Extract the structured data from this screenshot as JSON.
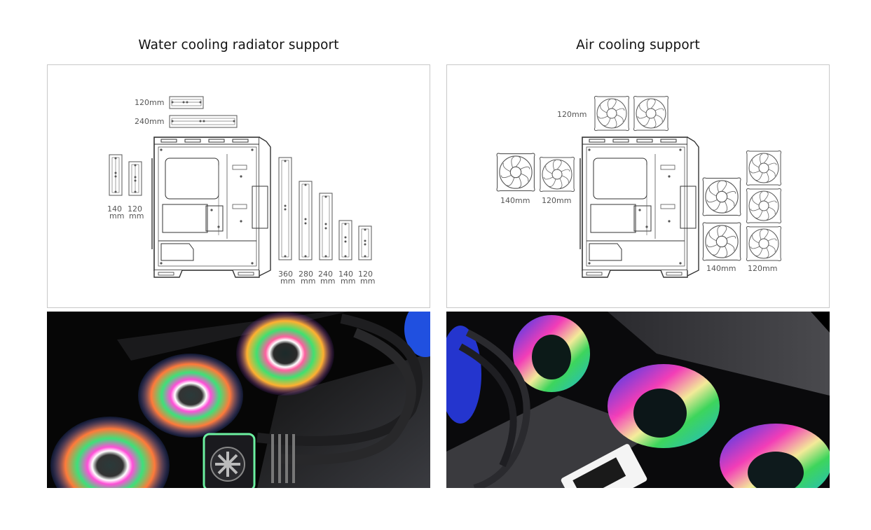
{
  "sections": [
    {
      "title": "Water cooling radiator support",
      "diagram": {
        "top_labels": [
          "120mm",
          "240mm"
        ],
        "front_labels": [
          {
            "size": "140",
            "unit": "mm"
          },
          {
            "size": "120",
            "unit": "mm"
          }
        ],
        "side_labels": [
          {
            "size": "360",
            "unit": "mm"
          },
          {
            "size": "280",
            "unit": "mm"
          },
          {
            "size": "240",
            "unit": "mm"
          },
          {
            "size": "140",
            "unit": "mm"
          },
          {
            "size": "120",
            "unit": "mm"
          }
        ]
      },
      "photo": {
        "subject": "rgb-aio-liquid-cooler-photo"
      }
    },
    {
      "title": "Air cooling support",
      "diagram": {
        "top_label": "120mm",
        "rear_labels": [
          "140mm",
          "120mm"
        ],
        "front_labels": [
          "140mm",
          "120mm"
        ]
      },
      "photo": {
        "subject": "rgb-case-fans-photo"
      }
    }
  ],
  "colors": {
    "title_text": "#111111",
    "border": "#c8c8c8",
    "line_art": "#555555",
    "label_text": "#555555"
  }
}
